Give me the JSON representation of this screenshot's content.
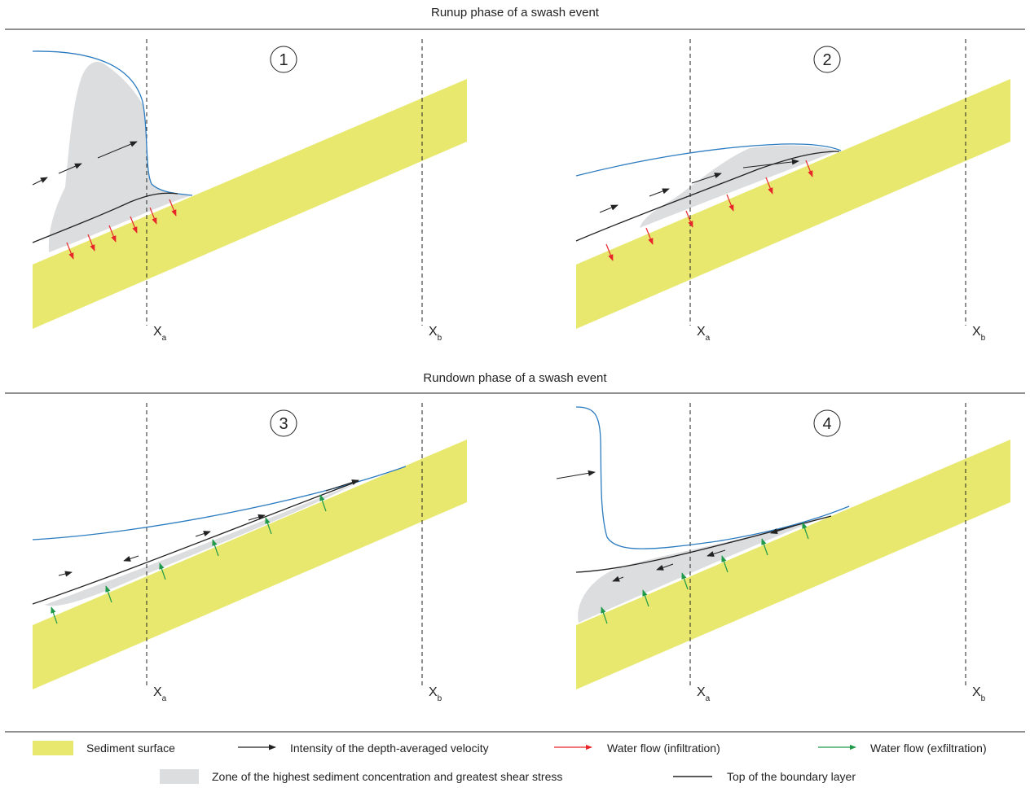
{
  "titles": {
    "runup": "Runup phase of a swash event",
    "rundown": "Rundown phase of a swash event"
  },
  "panels": [
    {
      "number": "1",
      "x_a": "X",
      "x_a_sub": "a",
      "x_b": "X",
      "x_b_sub": "b"
    },
    {
      "number": "2",
      "x_a": "X",
      "x_a_sub": "a",
      "x_b": "X",
      "x_b_sub": "b"
    },
    {
      "number": "3",
      "x_a": "X",
      "x_a_sub": "a",
      "x_b": "X",
      "x_b_sub": "b"
    },
    {
      "number": "4",
      "x_a": "X",
      "x_a_sub": "a",
      "x_b": "X",
      "x_b_sub": "b"
    }
  ],
  "legend": {
    "sediment_surface": "Sediment surface",
    "velocity": "Intensity of the depth-averaged velocity",
    "infiltration": "Water flow (infiltration)",
    "exfiltration": "Water flow (exfiltration)",
    "zone": "Zone of the highest sediment concentration and greatest shear stress",
    "boundary": "Top of the boundary layer"
  },
  "colors": {
    "sediment": "#e8e86e",
    "zone": "#dcdddf",
    "water": "#2b7bc0",
    "infiltration": "#e8262a",
    "exfiltration": "#1f9a48",
    "velocity": "#222222"
  }
}
